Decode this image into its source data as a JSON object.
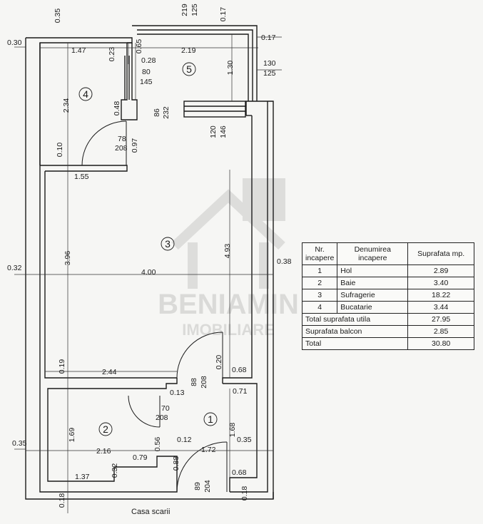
{
  "rooms": [
    {
      "number": "1"
    },
    {
      "number": "2"
    },
    {
      "number": "3"
    },
    {
      "number": "4"
    },
    {
      "number": "5"
    }
  ],
  "dimensions": {
    "top_035": "0.35",
    "top_219": "219",
    "top_125": "125",
    "top_017": "0.17",
    "right_017": "0.17",
    "left_030": "0.30",
    "w_147": "1.47",
    "v_023": "0.23",
    "v_065": "0.65",
    "w_219": "2.19",
    "w_028": "0.28",
    "d_80": "80",
    "d_145": "145",
    "v_130": "1.30",
    "f_130": "130",
    "f_125": "125",
    "v_234": "2.34",
    "v_048": "0.48",
    "d_86": "86",
    "d_232": "232",
    "d_120": "120",
    "d_146": "146",
    "d_78": "78",
    "d_208a": "208",
    "v_097": "0.97",
    "v_010": "0.10",
    "w_155": "1.55",
    "v_396": "3.96",
    "v_493": "4.93",
    "left_032": "0.32",
    "w_400": "4.00",
    "right_038": "0.38",
    "v_019": "0.19",
    "w_244": "2.44",
    "v_020": "0.20",
    "d_88": "88",
    "d_208b": "208",
    "w_068a": "0.68",
    "w_013": "0.13",
    "w_071": "0.71",
    "d_70": "70",
    "d_208c": "208",
    "v_169": "1.69",
    "v_168": "1.68",
    "left_035": "0.35",
    "w_216": "2.16",
    "w_012": "0.12",
    "w_172": "1.72",
    "w_035r": "0.35",
    "w_079": "0.79",
    "v_056": "0.56",
    "v_032": "0.32",
    "v_088": "0.88",
    "w_137": "1.37",
    "d_89": "89",
    "d_204": "204",
    "w_068b": "0.68",
    "v_018l": "0.18",
    "v_018r": "0.18"
  },
  "stair_label": "Casa scarii",
  "watermark": {
    "line1": "BENIAMIN",
    "line2": "IMOBILIARE"
  },
  "area_table": {
    "headers": [
      "Nr. incapere",
      "Denumirea incapere",
      "Suprafata mp."
    ],
    "rows": [
      {
        "nr": "1",
        "name": "Hol",
        "area": "2.89"
      },
      {
        "nr": "2",
        "name": "Baie",
        "area": "3.40"
      },
      {
        "nr": "3",
        "name": "Sufragerie",
        "area": "18.22"
      },
      {
        "nr": "4",
        "name": "Bucatarie",
        "area": "3.44"
      }
    ],
    "total_useful": {
      "label": "Total suprafata utila",
      "value": "27.95"
    },
    "balcony": {
      "label": "Suprafata balcon",
      "value": "2.85"
    },
    "total": {
      "label": "Total",
      "value": "30.80"
    }
  }
}
